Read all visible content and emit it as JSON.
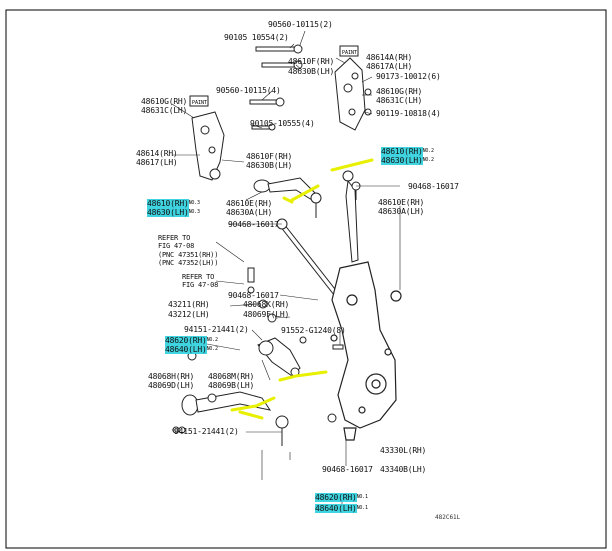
{
  "labels": {
    "p90560_top": "90560-10115(2)",
    "p90105_top": "90105 10554(2)",
    "p48614a": "48614A(RH)",
    "p48617a": "48617A(LH)",
    "p48610f_top": "48610F(RH)",
    "p48630b_top": "48630B(LH)",
    "p90173": "90173-10012(6)",
    "p90560_mid": "90560-10115(4)",
    "p48610g_r": "48610G(RH)",
    "p48631c_r": "48631C(LH)",
    "p48610g_l": "48610G(RH)",
    "p48631c_l": "48631C(LH)",
    "p90119": "90119-10818(4)",
    "p90105_mid": "90105-10555(4)",
    "p48614": "48614(RH)",
    "p48617": "48617(LH)",
    "p48610f_mid": "48610F(RH)",
    "p48630b_mid": "48630B(LH)",
    "p48610_no2": "48610",
    "p48610_no2_rh": "(RH)",
    "p48630_no2": "48630",
    "p48630_no2_lh": "(LH)",
    "note_no2a": "NO.2",
    "note_no2b": "NO.2",
    "p90468_r": "90468-16017",
    "p48610_no3": "48610",
    "p48610_no3_rh": "(RH)",
    "p48630_no3": "48630",
    "p48630_no3_lh": "(LH)",
    "note_no3a": "NO.3",
    "note_no3b": "NO.3",
    "p48610e_l": "48610E(RH)",
    "p48630a_l": "48630A(LH)",
    "p48610e_r": "48610E(RH)",
    "p48630a_r": "48630A(LH)",
    "p90468_l": "90468-16017",
    "ref1_a": "REFER TO",
    "ref1_b": "FIG 47-08",
    "ref1_c": "(PNC 47351(RH))",
    "ref1_d": "(PNC 47352(LH))",
    "ref2_a": "REFER TO",
    "ref2_b": "FIG 47-08",
    "p90468_c": "90468-16017",
    "p43211": "43211(RH)",
    "p43212": "43212(LH)",
    "p48068k": "48068K(RH)",
    "p48069f": "48069F(LH)",
    "p94151_top": "94151-21441(2)",
    "p91552": "91552-G1240(8)",
    "p48620_no2": "48620",
    "p48620_no2_rh": "(RH)",
    "p48640_no2": "48640",
    "p48640_no2_lh": "(LH)",
    "note_no2c": "NO.2",
    "note_no2d": "NO.2",
    "p48068m": "48068M(RH)",
    "p48069b": "48069B(LH)",
    "p48068h": "48068H(RH)",
    "p48069d": "48069D(LH)",
    "p94151_bot": "94151-21441(2)",
    "p43330l": "43330L(RH)",
    "p90468_b": "90468-16017",
    "p43340b": "43340B(LH)",
    "p48620_no1": "48620",
    "p48620_no1_rh": "(RH)",
    "p48640_no1": "48640",
    "p48640_no1_lh": "(LH)",
    "note_no1a": "NO.1",
    "note_no1b": "NO.1",
    "paint1": "PAINT",
    "paint2": "PAINT",
    "code": "482C61L"
  },
  "colors": {
    "highlight": "#3fd4e0",
    "marker": "#e8f000",
    "line": "#1a1a1a"
  }
}
